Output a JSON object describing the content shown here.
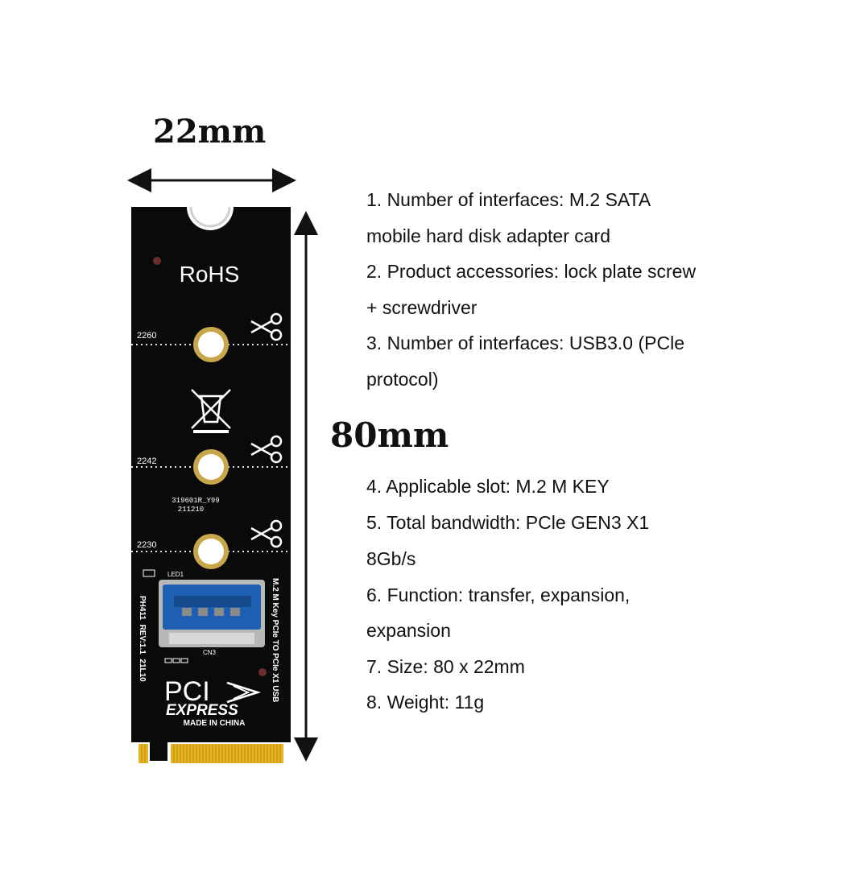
{
  "dimensions": {
    "width": "22mm",
    "height": "80mm"
  },
  "board": {
    "rohs": "RoHS",
    "length_marks": [
      "2260",
      "2242",
      "2230"
    ],
    "code": "319601R_Y99",
    "date_code": "211210",
    "led_label": "LED1",
    "connector_label": "CN3",
    "model_text": "PH411  REV:1.1  21L10",
    "side_text": "M.2 M Key PCIe TO PCIe X1 USB",
    "logo_pci": "PCI",
    "logo_express": "EXPRESS",
    "made_in": "MADE IN CHINA"
  },
  "specs": [
    "1. Number of interfaces: M.2 SATA",
    "mobile hard disk adapter card",
    "2. Product accessories: lock plate screw",
    "+ screwdriver",
    "3. Number of interfaces: USB3.0 (PCle",
    "protocol)",
    "4. Applicable slot: M.2 M KEY",
    "5. Total bandwidth: PCle GEN3 X1",
    "8Gb/s",
    "6. Function: transfer, expansion,",
    "expansion",
    "7. Size: 80 x 22mm",
    "8. Weight: 11g"
  ],
  "colors": {
    "pcb": "#0a0a0a",
    "gold": "#e6b422",
    "usb_blue": "#1d5fb0",
    "silk": "#ffffff"
  }
}
